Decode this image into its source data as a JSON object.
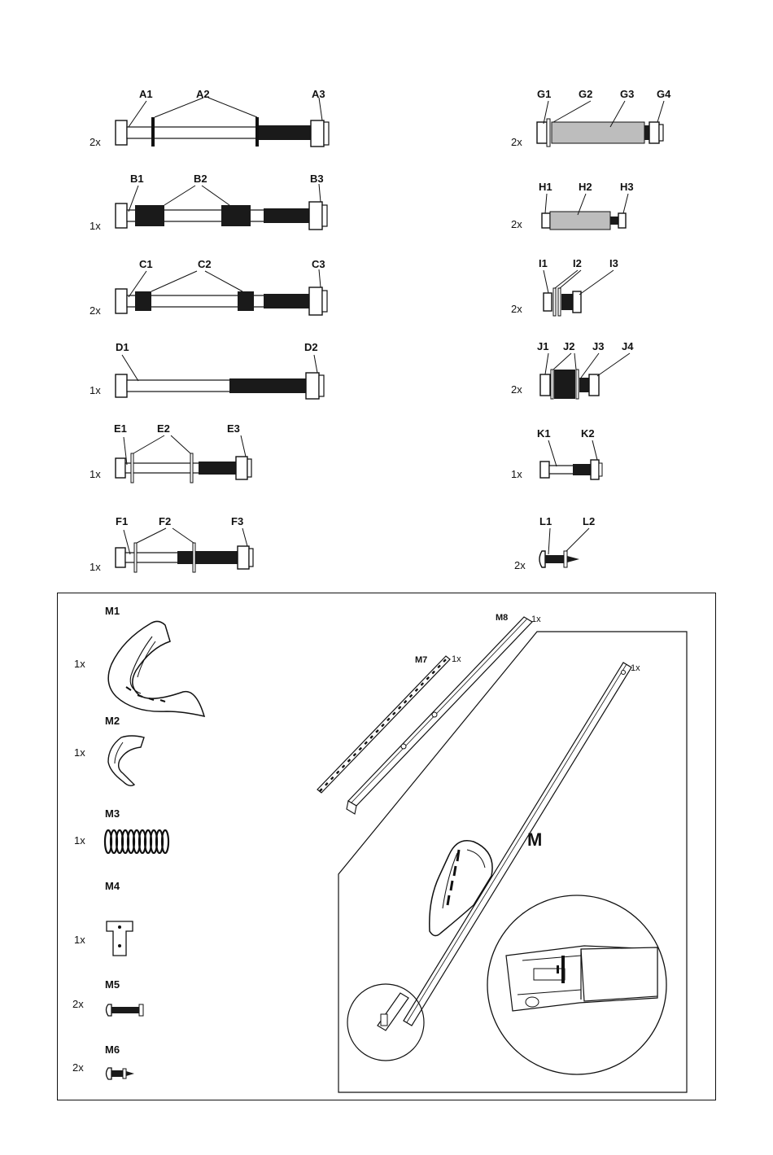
{
  "top_parts": [
    {
      "id": "A",
      "qty": "2x",
      "labels": [
        "A1",
        "A2",
        "A3"
      ]
    },
    {
      "id": "B",
      "qty": "1x",
      "labels": [
        "B1",
        "B2",
        "B3"
      ]
    },
    {
      "id": "C",
      "qty": "2x",
      "labels": [
        "C1",
        "C2",
        "C3"
      ]
    },
    {
      "id": "D",
      "qty": "1x",
      "labels": [
        "D1",
        "D2"
      ]
    },
    {
      "id": "E",
      "qty": "1x",
      "labels": [
        "E1",
        "E2",
        "E3"
      ]
    },
    {
      "id": "F",
      "qty": "1x",
      "labels": [
        "F1",
        "F2",
        "F3"
      ]
    },
    {
      "id": "G",
      "qty": "2x",
      "labels": [
        "G1",
        "G2",
        "G3",
        "G4"
      ]
    },
    {
      "id": "H",
      "qty": "2x",
      "labels": [
        "H1",
        "H2",
        "H3"
      ]
    },
    {
      "id": "I",
      "qty": "2x",
      "labels": [
        "I1",
        "I2",
        "I3"
      ]
    },
    {
      "id": "J",
      "qty": "2x",
      "labels": [
        "J1",
        "J2",
        "J3",
        "J4"
      ]
    },
    {
      "id": "K",
      "qty": "1x",
      "labels": [
        "K1",
        "K2"
      ]
    },
    {
      "id": "L",
      "qty": "2x",
      "labels": [
        "L1",
        "L2"
      ]
    }
  ],
  "m_parts": [
    {
      "id": "M1",
      "qty": "1x"
    },
    {
      "id": "M2",
      "qty": "1x"
    },
    {
      "id": "M3",
      "qty": "1x"
    },
    {
      "id": "M4",
      "qty": "1x"
    },
    {
      "id": "M5",
      "qty": "2x"
    },
    {
      "id": "M6",
      "qty": "2x"
    },
    {
      "id": "M7",
      "qty": "1x"
    },
    {
      "id": "M8",
      "qty": "1x"
    }
  ],
  "handle_qty": "1x",
  "assembly_label": "M",
  "colors": {
    "ink": "#111111",
    "thread": "#1a1a1a",
    "grey_sleeve": "#bdbdbd",
    "paper": "#ffffff"
  }
}
